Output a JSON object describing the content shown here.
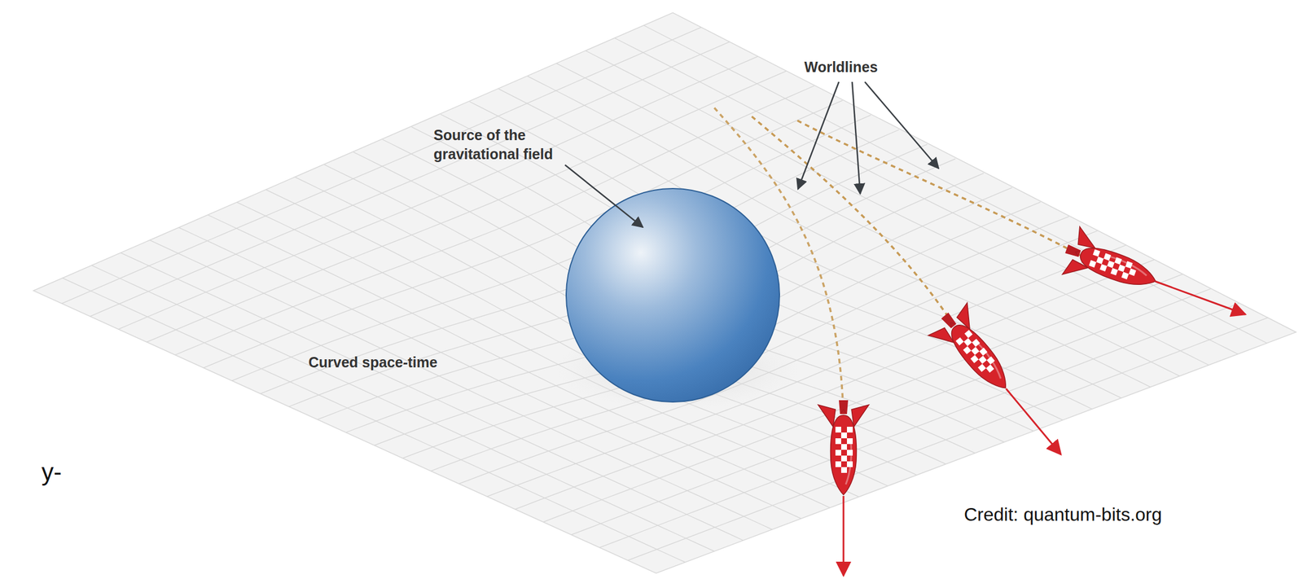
{
  "diagram": {
    "labels": [
      "Worldlines",
      "Source of the gravitational field",
      "Curved space-time",
      "Credit: quantum-bits.org",
      "y-"
    ]
  }
}
